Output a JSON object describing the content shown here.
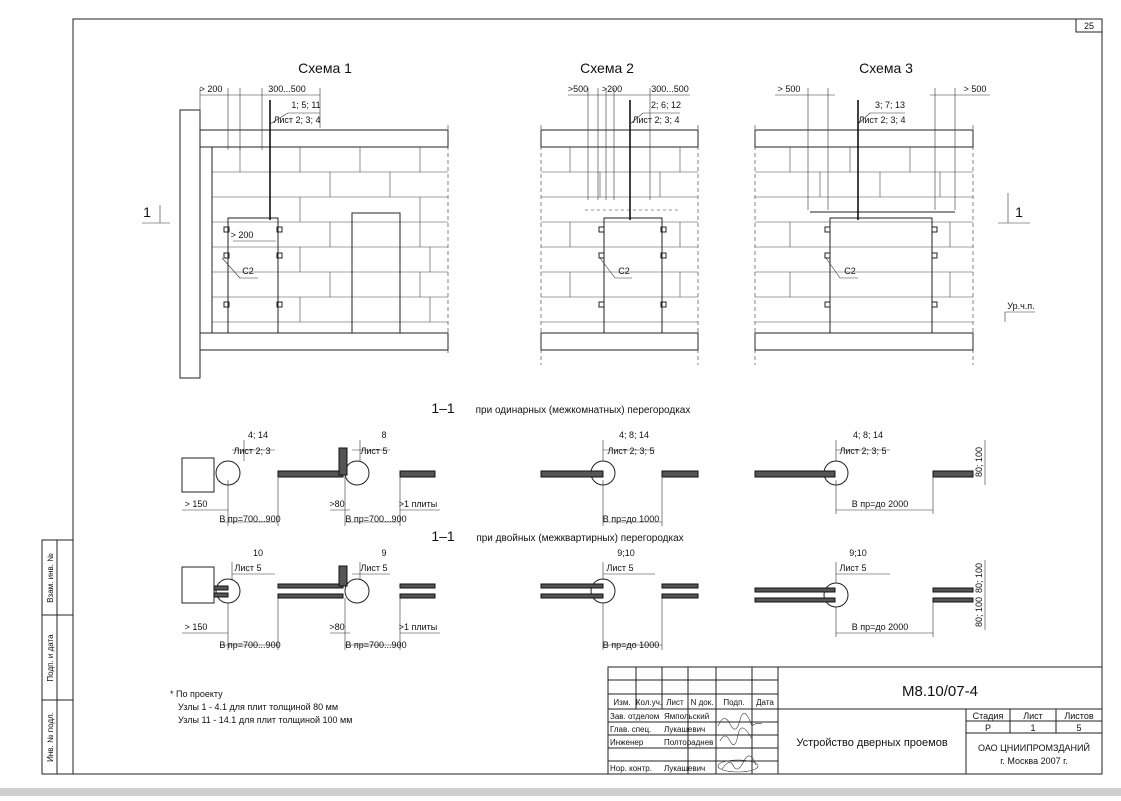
{
  "page_number": "25",
  "schemes": [
    {
      "title": "Схема 1",
      "dims": [
        "> 200",
        "300...500"
      ],
      "nodes": "1; 5; 11",
      "sheet_ref": "Лист 2; 3; 4",
      "inner_dim": "> 200",
      "connector": "С2",
      "section_mark": "1"
    },
    {
      "title": "Схема 2",
      "dims": [
        ">500",
        ">200",
        "300...500"
      ],
      "nodes": "2; 6; 12",
      "sheet_ref": "Лист 2; 3; 4",
      "connector": "С2"
    },
    {
      "title": "Схема 3",
      "dims": [
        "> 500",
        "> 500"
      ],
      "nodes": "3; 7; 13",
      "sheet_ref": "Лист 2; 3; 4",
      "connector": "С2",
      "section_mark": "1",
      "level_label": "Ур.ч.п."
    }
  ],
  "sections": [
    {
      "mark": "1–1",
      "caption": "при одинарных (межкомнатных) перегородках",
      "callouts": [
        {
          "node": "4; 14",
          "sheet": "Лист 2; 3"
        },
        {
          "node": "8",
          "sheet": "Лист 5"
        },
        {
          "node": "4; 8; 14",
          "sheet": "Лист 2; 3; 5"
        },
        {
          "node": "4; 8; 14",
          "sheet": "Лист 2; 3; 5"
        }
      ],
      "dims": [
        "> 150",
        "В пр=700...900",
        ">80",
        "В пр=700...900",
        ">1 плиты",
        "В пр=до 1000",
        "В пр=до 2000",
        "80; 100"
      ]
    },
    {
      "mark": "1–1",
      "caption": "при двойных (межквартирных) перегородках",
      "callouts": [
        {
          "node": "10",
          "sheet": "Лист 5"
        },
        {
          "node": "9",
          "sheet": "Лист 5"
        },
        {
          "node": "9;10",
          "sheet": "Лист 5"
        },
        {
          "node": "9;10",
          "sheet": "Лист  5"
        }
      ],
      "dims": [
        "> 150",
        "В пр=700...900",
        ">80",
        "В пр=700...900",
        ">1 плиты",
        "В пр=до 1000",
        "В пр=до 2000",
        "80; 100",
        "80; 100"
      ]
    }
  ],
  "notes": [
    "*  По проекту",
    "Узлы 1 - 4.1 для плит толщиной 80 мм",
    "Узлы 11 - 14.1 для плит толщиной 100 мм"
  ],
  "side_stamp": [
    "Взам. инв. №",
    "Подп. и дата",
    "Инв. № подл."
  ],
  "title_block": {
    "code": "М8.10/07-4",
    "columns": [
      "Изм.",
      "Кол.уч.",
      "Лист",
      "N док.",
      "Подп.",
      "Дата"
    ],
    "roles": [
      {
        "role": "Зав. отделом",
        "name": "Ямпольский"
      },
      {
        "role": "Глав. спец.",
        "name": "Лукашевич"
      },
      {
        "role": "Инженер",
        "name": "Полтораднев"
      },
      {
        "role": "Нор. контр.",
        "name": "Лукашевич"
      }
    ],
    "title": "Устройство дверных проемов",
    "stage_header": "Стадия",
    "sheet_header": "Лист",
    "sheets_header": "Листов",
    "stage": "Р",
    "sheet": "1",
    "sheets": "5",
    "org": "ОАО ЦНИИПРОМЗДАНИЙ",
    "city": "г. Москва 2007 г."
  }
}
